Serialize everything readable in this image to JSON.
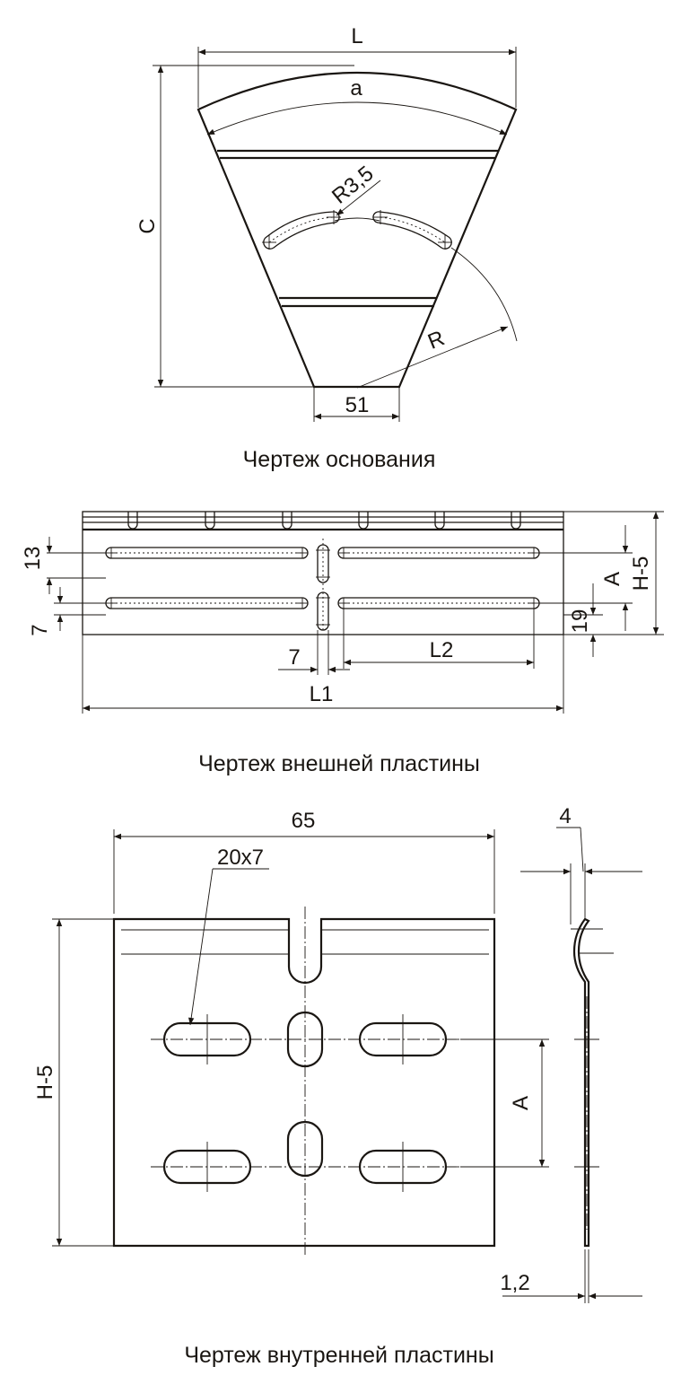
{
  "base": {
    "caption": "Чертеж основания",
    "dim_L": "L",
    "dim_a": "a",
    "dim_C": "C",
    "dim_R35": "R3,5",
    "dim_R": "R",
    "dim_51": "51"
  },
  "outer": {
    "caption": "Чертеж внешней пластины",
    "dim_13": "13",
    "dim_7_left": "7",
    "dim_7_bottom": "7",
    "dim_L1": "L1",
    "dim_L2": "L2",
    "dim_A": "A",
    "dim_H5": "H-5",
    "dim_19": "19"
  },
  "inner": {
    "caption": "Чертеж внутренней пластины",
    "dim_65": "65",
    "dim_20x7": "20x7",
    "dim_H5": "H-5",
    "dim_A": "A",
    "dim_4": "4",
    "dim_12": "1,2"
  },
  "colors": {
    "ink": "#1a1612",
    "paper": "#ffffff"
  }
}
